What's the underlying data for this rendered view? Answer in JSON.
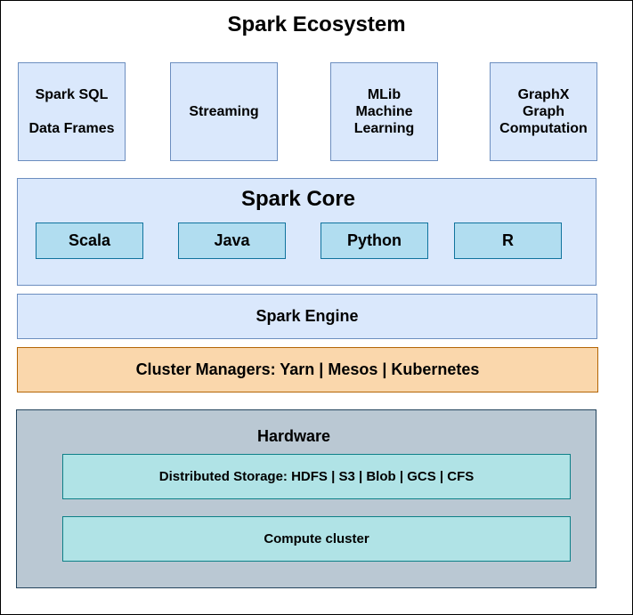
{
  "title": "Spark Ecosystem",
  "libraries": [
    {
      "lines": [
        "Spark SQL",
        "",
        "Data Frames"
      ]
    },
    {
      "lines": [
        "Streaming"
      ]
    },
    {
      "lines": [
        "MLib",
        "Machine",
        "Learning"
      ]
    },
    {
      "lines": [
        "GraphX",
        "Graph",
        "Computation"
      ]
    }
  ],
  "core": {
    "title": "Spark Core",
    "languages": [
      "Scala",
      "Java",
      "Python",
      "R"
    ]
  },
  "engine": "Spark Engine",
  "cluster_managers": "Cluster Managers: Yarn | Mesos | Kubernetes",
  "hardware": {
    "title": "Hardware",
    "storage": "Distributed Storage: HDFS | S3 | Blob | GCS | CFS",
    "compute": "Compute cluster"
  }
}
